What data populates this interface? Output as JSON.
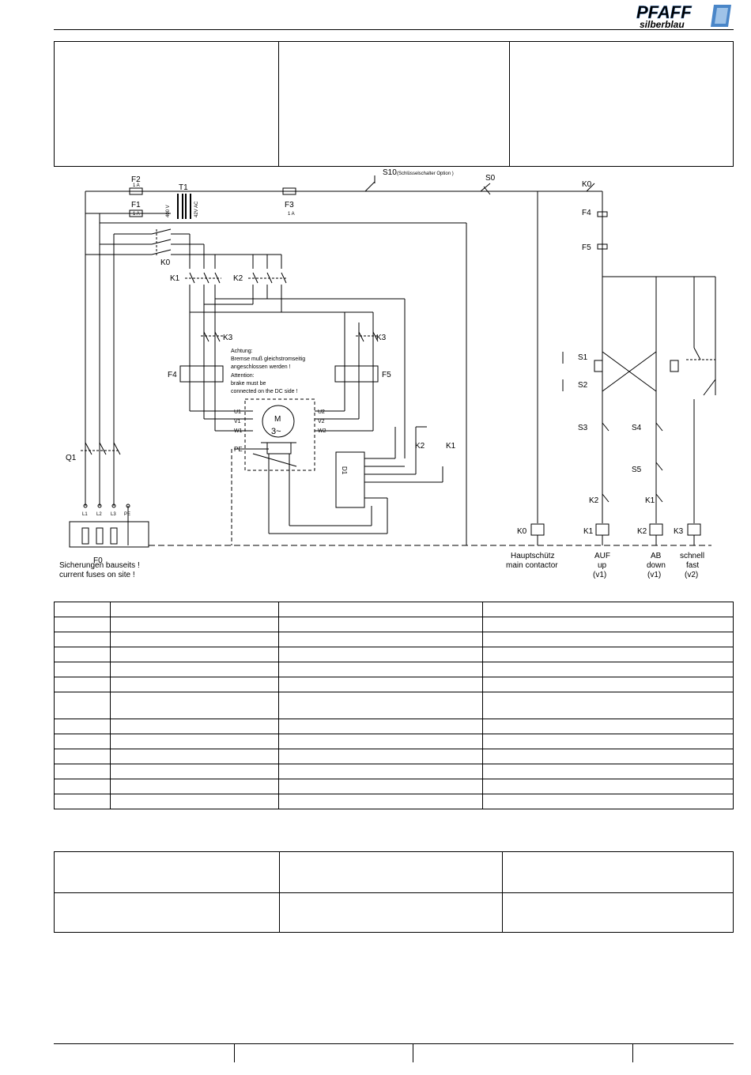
{
  "header": {
    "logo_top": "PFAFF",
    "logo_bottom": "silberblau"
  },
  "diagram": {
    "labels": {
      "F2": "F2",
      "F2_rating": "1 A",
      "F1": "F1",
      "F1_rating": "1 A",
      "T1": "T1",
      "T1_primary": "400 V",
      "T1_secondary": "42V AC",
      "F3": "F3",
      "F3_rating": "1 A",
      "S10": "S10",
      "S10_note": "(Schlüsselschalter Option )",
      "S0": "S0",
      "K0_top": "K0",
      "F4_top": "F4",
      "F5_top": "F5",
      "K0": "K0",
      "K1": "K1",
      "K2": "K2",
      "K3": "K3",
      "F4": "F4",
      "F5": "F5",
      "Q1": "Q1",
      "F0": "F0",
      "PE": "PE",
      "M": "M",
      "M_phase": "3~",
      "D1": "D1",
      "U1": "U1",
      "V1": "V1",
      "W1": "W1",
      "U2": "U2",
      "V2": "V2",
      "W2": "W2",
      "warn_de_1": "Achtung:",
      "warn_de_2": "Bremse muß gleichstromseitig",
      "warn_de_3": "angeschlossen werden !",
      "warn_en_1": "Attention:",
      "warn_en_2": "brake must be",
      "warn_en_3": "connected on the DC side !",
      "fuses_de": "Sicherungen bauseits !",
      "fuses_en": "current fuses on site !",
      "S1": "S1",
      "S2": "S2",
      "S3": "S3",
      "S4": "S4",
      "S5": "S5",
      "K2_ctrl": "K2",
      "K1_ctrl": "K1",
      "coil_K0": "K0",
      "coil_K1": "K1",
      "coil_K2": "K2",
      "coil_K3": "K3",
      "cap_K0_de": "Hauptschütz",
      "cap_K0_en": "main contactor",
      "cap_K1_de": "AUF",
      "cap_K1_en": "up",
      "cap_K1_v": "(v1)",
      "cap_K2_de": "AB",
      "cap_K2_en": "down",
      "cap_K2_v": "(v1)",
      "cap_K3_de": "schnell",
      "cap_K3_en": "fast",
      "cap_K3_v": "(v2)",
      "L1": "L1",
      "L2": "L2",
      "L3": "L3",
      "PE_in": "PE"
    }
  }
}
